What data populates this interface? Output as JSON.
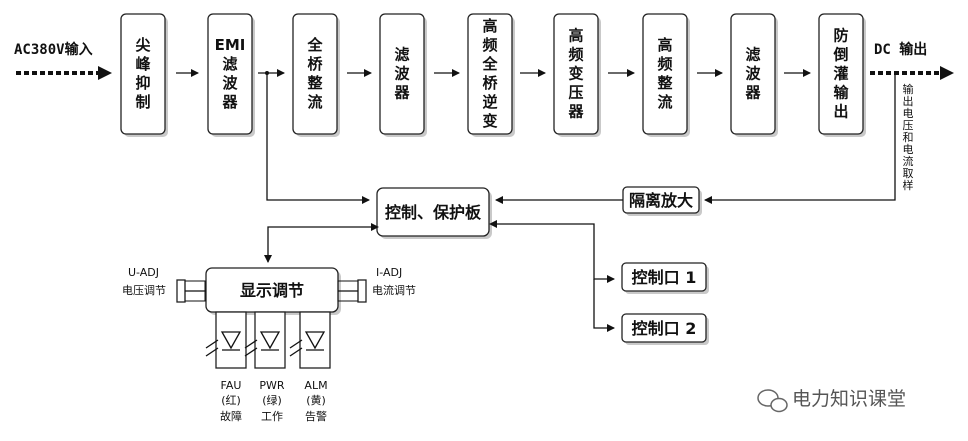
{
  "input_label": "AC380V输入",
  "output_label": "DC 输出",
  "chain": [
    {
      "id": "spike",
      "label": "尖峰抑制"
    },
    {
      "id": "emi",
      "label": "EMI滤波器"
    },
    {
      "id": "rect1",
      "label": "全桥整流"
    },
    {
      "id": "filter1",
      "label": "滤波器"
    },
    {
      "id": "inverter",
      "label": "高频全桥逆变"
    },
    {
      "id": "transformer",
      "label": "高频变压器"
    },
    {
      "id": "rect2",
      "label": "高频整流"
    },
    {
      "id": "filter2",
      "label": "滤波器"
    },
    {
      "id": "anti",
      "label": "防倒灌输出"
    }
  ],
  "sampling_label": "输出电压和电流取样",
  "isolation_amp": "隔离放大",
  "control_board": "控制、保护板",
  "control_port_1": "控制口 1",
  "control_port_2": "控制口 2",
  "display": "显示调节",
  "u_adj": {
    "code": "U-ADJ",
    "label": "电压调节"
  },
  "i_adj": {
    "code": "I-ADJ",
    "label": "电流调节"
  },
  "leds": [
    {
      "code": "FAU",
      "color": "(红)",
      "meaning": "故障"
    },
    {
      "code": "PWR",
      "color": "(绿)",
      "meaning": "工作"
    },
    {
      "code": "ALM",
      "color": "(黄)",
      "meaning": "告警"
    }
  ],
  "watermark": "电力知识课堂"
}
